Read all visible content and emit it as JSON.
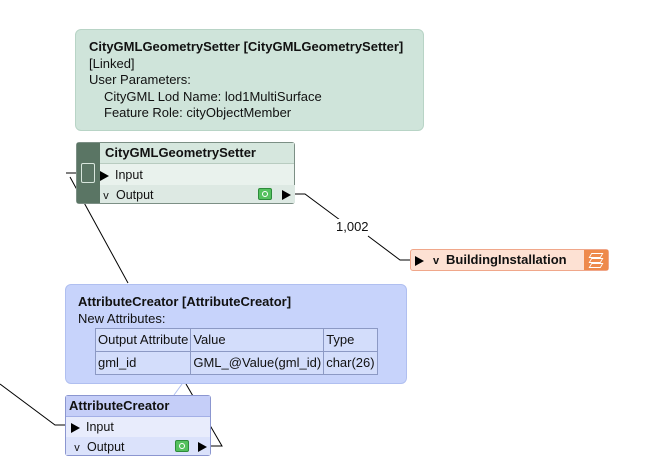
{
  "ann_geometry": {
    "title": "CityGMLGeometrySetter [CityGMLGeometrySetter]",
    "linked": "[Linked]",
    "params_label": "User Parameters:",
    "lod": "CityGML Lod Name: lod1MultiSurface",
    "role": "Feature Role: cityObjectMember"
  },
  "geometry_setter": {
    "title": "CityGMLGeometrySetter",
    "input": "Input",
    "output": "Output",
    "chevron": "v"
  },
  "connection_count": "1,002",
  "building_installation": {
    "title": "BuildingInstallation",
    "chevron": "v"
  },
  "ann_attribute": {
    "title": "AttributeCreator [AttributeCreator]",
    "new_attributes": "New Attributes:",
    "headers": [
      "Output Attribute",
      "Value",
      "Type"
    ],
    "rows": [
      [
        "gml_id",
        "GML_@Value(gml_id)",
        "char(26)"
      ]
    ]
  },
  "attribute_creator": {
    "title": "AttributeCreator",
    "input": "Input",
    "output": "Output",
    "chevron": "v"
  },
  "icons": {
    "visibility": "eye-icon",
    "feature_type": "layers-icon",
    "linked": "linked-transformer-icon"
  },
  "colors": {
    "green_annotation": "#cfe4da",
    "blue_annotation": "#c7d3fb",
    "orange_writer": "#ee8a4c",
    "visible_green": "#54c15e"
  }
}
